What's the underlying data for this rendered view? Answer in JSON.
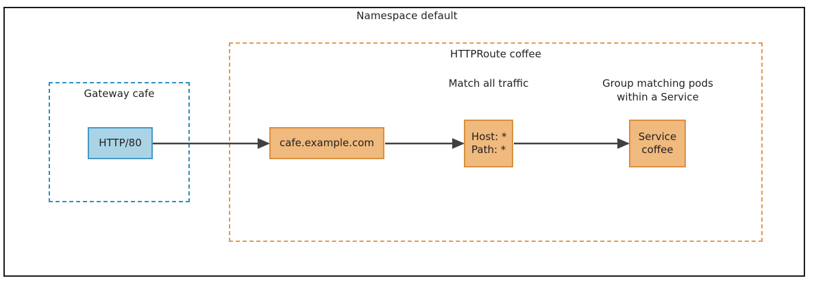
{
  "diagram": {
    "namespace": {
      "title": "Namespace default",
      "border_color": "#1a1a1a"
    },
    "gateway": {
      "title": "Gateway cafe",
      "border_color": "#2d8fbe",
      "listener": {
        "label": "HTTP/80",
        "fill": "#aad4e5",
        "stroke": "#4499c4"
      }
    },
    "httproute": {
      "title": "HTTPRoute coffee",
      "border_color": "#e09a4e",
      "hostname": {
        "label": "cafe.example.com",
        "fill": "#f0b97e",
        "stroke": "#d8903f"
      },
      "match": {
        "caption": "Match all traffic",
        "line1": "Host: *",
        "line2": "Path: *",
        "fill": "#f0b97e",
        "stroke": "#d8903f"
      },
      "backend": {
        "caption": "Group matching pods within a Service",
        "line1": "Service",
        "line2": "coffee",
        "fill": "#f0b97e",
        "stroke": "#d8903f"
      }
    },
    "arrows": {
      "color": "#404040",
      "edges": [
        {
          "from": "HTTP/80",
          "to": "cafe.example.com"
        },
        {
          "from": "cafe.example.com",
          "to": "Host: * / Path: *"
        },
        {
          "from": "Host: * / Path: *",
          "to": "Service coffee"
        }
      ]
    }
  }
}
